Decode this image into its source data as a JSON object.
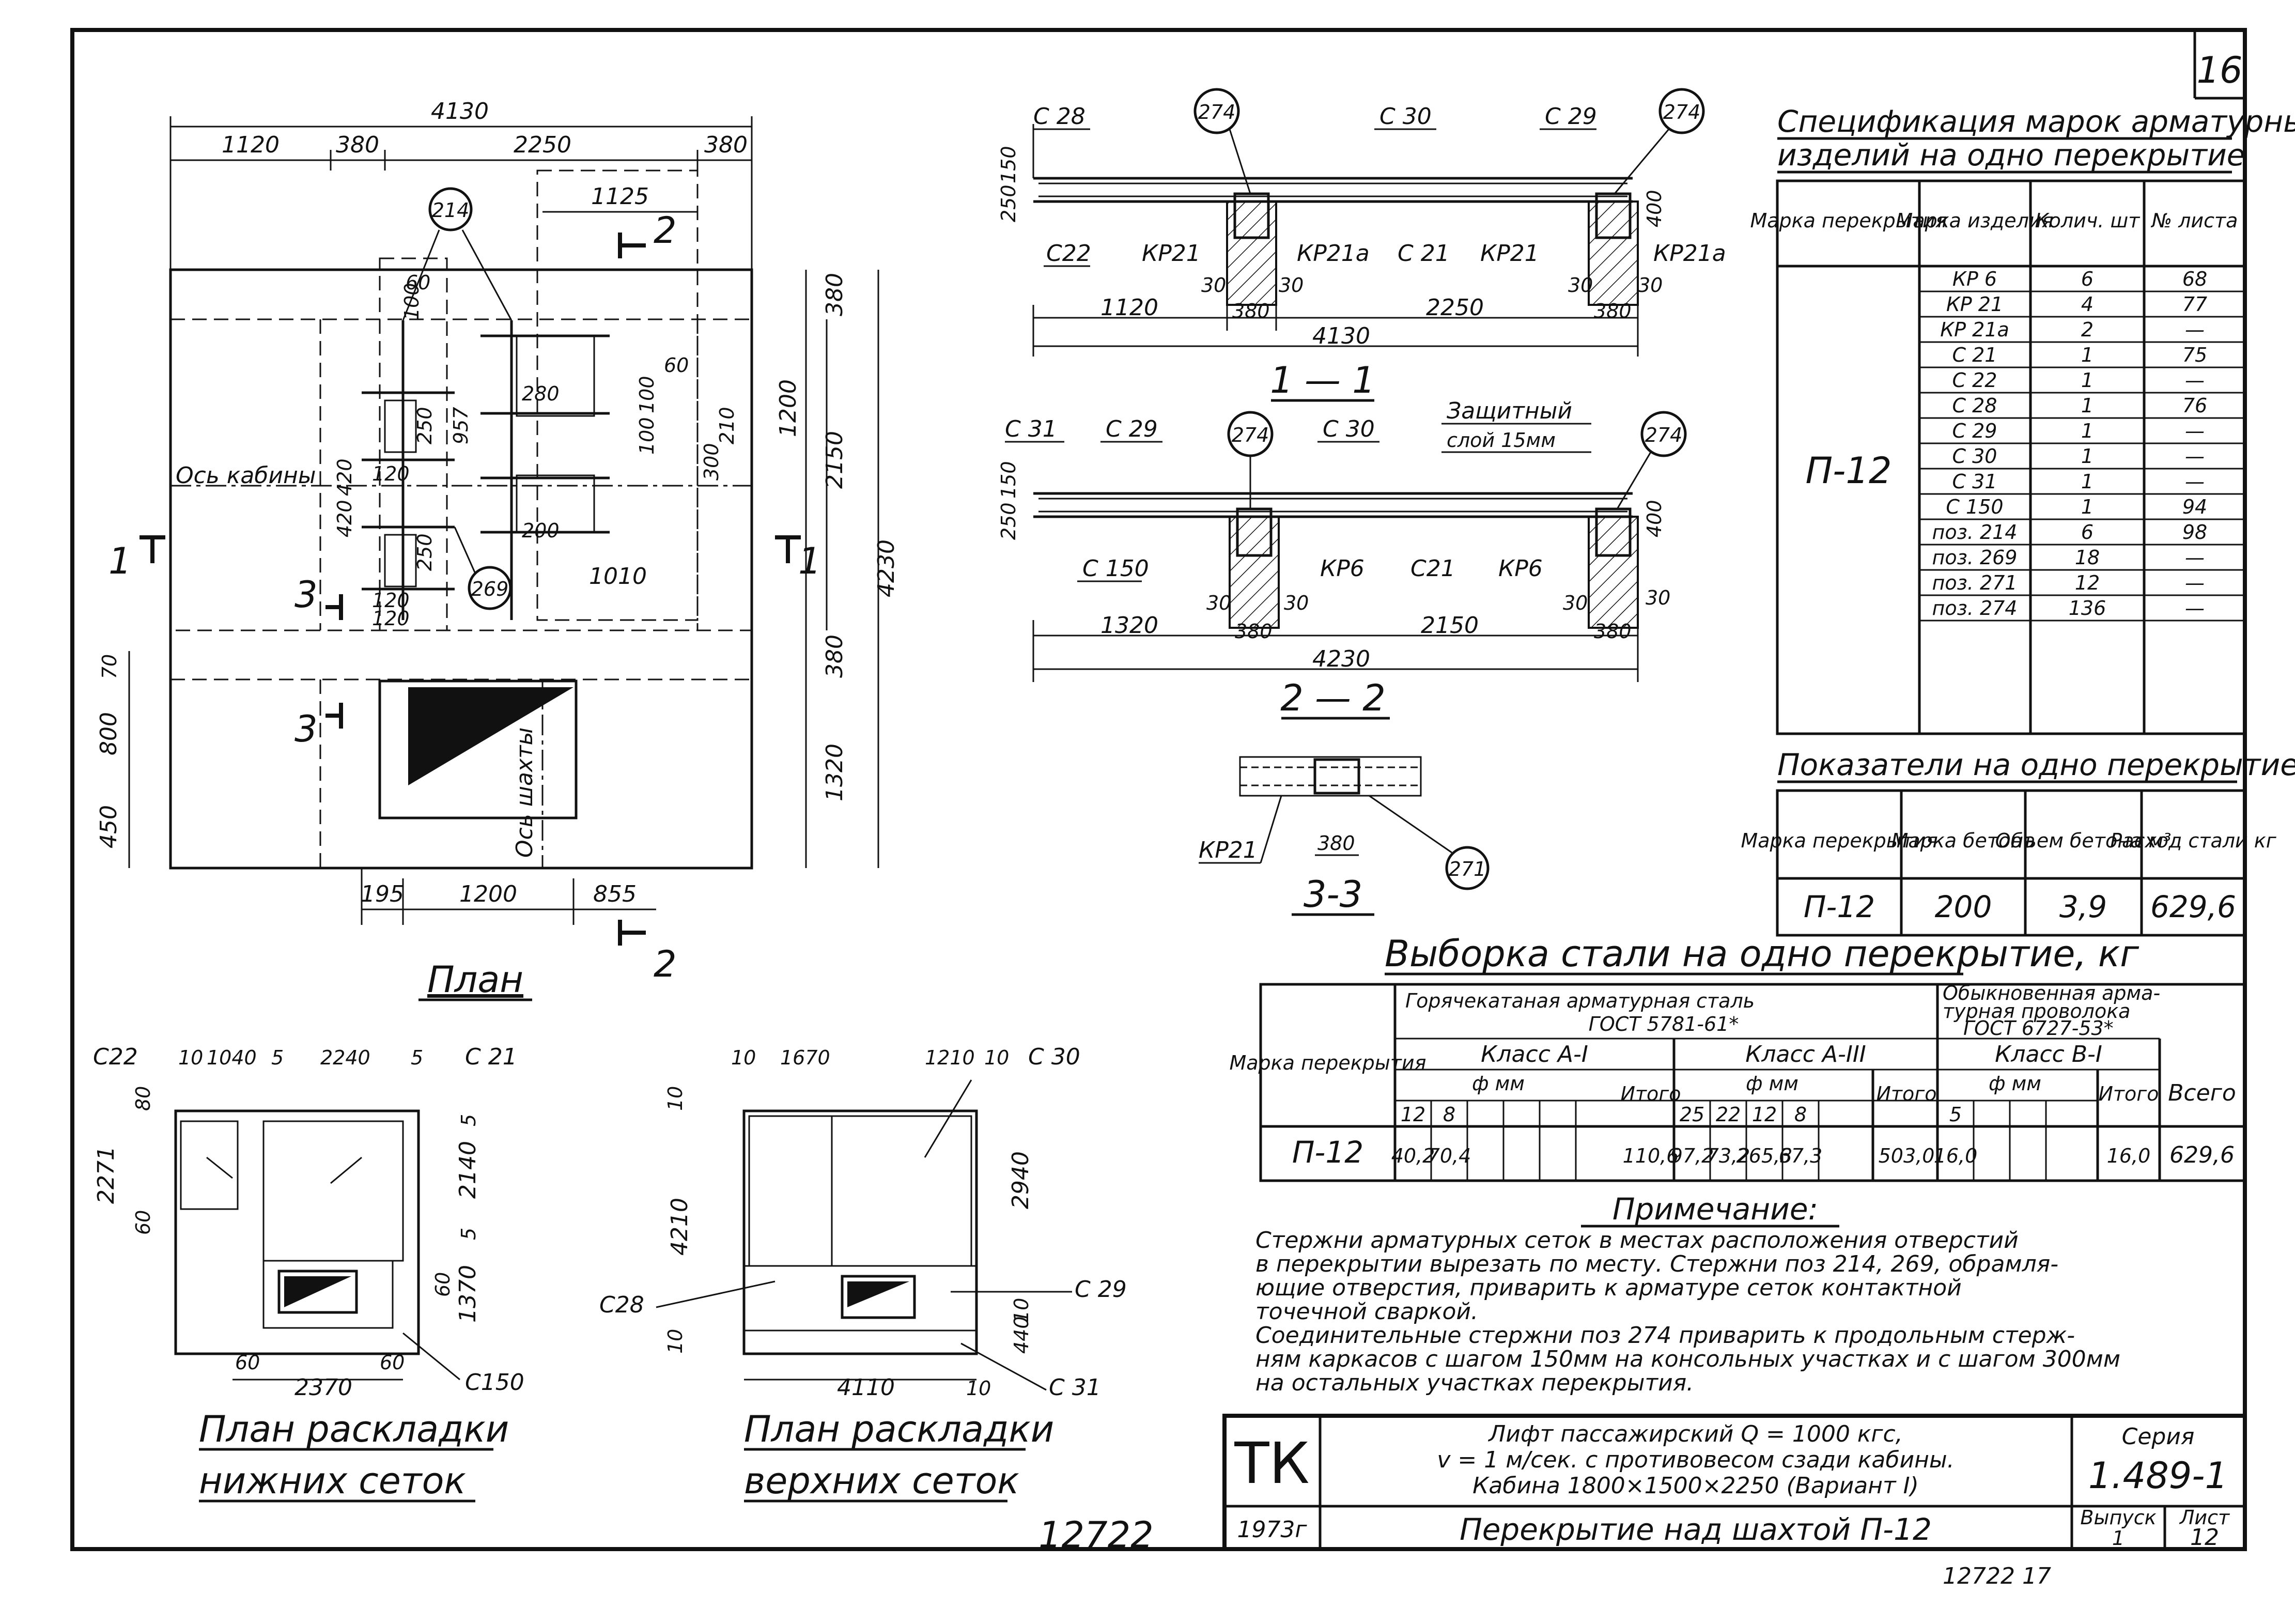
{
  "sheet_number": "16",
  "plan": {
    "dims_top": [
      "4130",
      "1120",
      "380",
      "2250",
      "380",
      "1125"
    ],
    "dims_right": [
      "380",
      "1200",
      "2150",
      "4230",
      "380",
      "1320"
    ],
    "dims_left": [
      "70",
      "800",
      "450"
    ],
    "dims_bottom": [
      "195",
      "1200",
      "855"
    ],
    "inner_dims": [
      "60",
      "100",
      "120",
      "420",
      "420",
      "250",
      "250",
      "120",
      "957",
      "280",
      "200",
      "60",
      "100",
      "100",
      "210",
      "300",
      "1010",
      "120"
    ],
    "section_marks": [
      "2",
      "2",
      "1",
      "1",
      "3",
      "3"
    ],
    "callouts": [
      "214",
      "269"
    ],
    "axis_cabin": "Ось кабины",
    "axis_shaft": "Ось шахты",
    "title": "План"
  },
  "section_1_1": {
    "labels": [
      "С 28",
      "С 30",
      "С 29",
      "С22",
      "КР21",
      "КР21а",
      "С 21",
      "КР21",
      "КР21а"
    ],
    "callouts": [
      "274",
      "274"
    ],
    "dims": [
      "250",
      "150",
      "400",
      "30",
      "380",
      "30",
      "30",
      "380",
      "30",
      "1120",
      "2250",
      "4130"
    ],
    "title": "1 — 1"
  },
  "section_2_2": {
    "labels": [
      "С 31",
      "С 29",
      "С 30",
      "Защитный",
      "слой 15мм",
      "С 150",
      "КР6",
      "С21",
      "КР6"
    ],
    "callouts": [
      "274",
      "274"
    ],
    "dims": [
      "250",
      "150",
      "400",
      "30",
      "380",
      "30",
      "30",
      "380",
      "30",
      "1320",
      "2150",
      "4230"
    ],
    "title": "2 — 2"
  },
  "section_3_3": {
    "labels": [
      "КР21",
      "380"
    ],
    "callouts": [
      "271"
    ],
    "title": "3-3"
  },
  "spec": {
    "title_1": "Спецификация марок арматурных",
    "title_2": "изделий на одно перекрытие",
    "headers": [
      "Марка перекрытия",
      "Марка изделия",
      "Колич. шт",
      "№ листа"
    ],
    "floor_mark": "П-12",
    "rows": [
      [
        "КР 6",
        "6",
        "68"
      ],
      [
        "КР 21",
        "4",
        "77"
      ],
      [
        "КР 21а",
        "2",
        "—"
      ],
      [
        "С 21",
        "1",
        "75"
      ],
      [
        "С 22",
        "1",
        "—"
      ],
      [
        "С 28",
        "1",
        "76"
      ],
      [
        "С 29",
        "1",
        "—"
      ],
      [
        "С 30",
        "1",
        "—"
      ],
      [
        "С 31",
        "1",
        "—"
      ],
      [
        "С 150",
        "1",
        "94"
      ],
      [
        "поз. 214",
        "6",
        "98"
      ],
      [
        "поз. 269",
        "18",
        "—"
      ],
      [
        "поз. 271",
        "12",
        "—"
      ],
      [
        "поз. 274",
        "136",
        "—"
      ]
    ]
  },
  "indicators": {
    "title": "Показатели на одно перекрытие",
    "headers": [
      "Марка перекрытия",
      "Марка бетона",
      "Объем бетона м³",
      "Расход стали кг"
    ],
    "row": [
      "П-12",
      "200",
      "3,9",
      "629,6"
    ]
  },
  "steel": {
    "title": "Выборка стали на одно перекрытие, кг",
    "mark_header": "Марка перекрытия",
    "hot_rolled_1": "Горячекатаная арматурная сталь",
    "hot_rolled_2": "ГОСТ 5781-61*",
    "wire_1": "Обыкновенная арма-",
    "wire_2": "турная проволока",
    "wire_3": "ГОСТ 6727-53*",
    "class_a1": "Класс А-I",
    "class_a3": "Класс А-III",
    "class_b1": "Класс В-I",
    "phi": "ф мм",
    "itogo": "Итого",
    "vsego": "Всего",
    "diam_a1": [
      "12",
      "8"
    ],
    "diam_a3": [
      "25",
      "22",
      "12",
      "8"
    ],
    "diam_b1": [
      "5"
    ],
    "row": [
      "П-12",
      "40,2",
      "70,4",
      "110,6",
      "97,2",
      "73,2",
      "265,3",
      "67,3",
      "503,0",
      "16,0",
      "16,0",
      "629,6"
    ]
  },
  "note": {
    "title": "Примечание:",
    "lines": [
      "Стержни арматурных сеток в местах расположения отверстий",
      "в перекрытии вырезать по месту. Стержни поз 214, 269, обрамля-",
      "ющие отверстия, приварить к арматуре сеток контактной",
      "точечной сваркой.",
      "Соединительные стержни поз 274 приварить к продольным стерж-",
      "ням каркасов с шагом 150мм на консольных участках и с шагом 300мм",
      "на остальных участках перекрытия."
    ]
  },
  "lower_mesh": {
    "labels": [
      "С22",
      "С 21",
      "С150"
    ],
    "dims": [
      "10",
      "1040",
      "5",
      "2240",
      "5",
      "80",
      "2271",
      "60",
      "5",
      "2140",
      "5",
      "60",
      "1370",
      "60",
      "2370",
      "60"
    ],
    "title_1": "План раскладки",
    "title_2": "нижних сеток"
  },
  "upper_mesh": {
    "labels": [
      "С 30",
      "С28",
      "С 29",
      "С 31"
    ],
    "dims": [
      "10",
      "1670",
      "1210",
      "10",
      "10",
      "4210",
      "2940",
      "10",
      "440",
      "10",
      "4110",
      "10"
    ],
    "title_1": "План раскладки",
    "title_2": "верхних сеток"
  },
  "stamp": {
    "org": "ТК",
    "year": "1973г",
    "desc_1": "Лифт пассажирский Q = 1000 кгс,",
    "desc_2": "v = 1 м/сек. с противовесом сзади кабины.",
    "desc_3": "Кабина 1800×1500×2250  (Вариант I)",
    "series_label": "Серия",
    "series": "1.489-1",
    "sheet_title": "Перекрытие над шахтой П-12",
    "issue_label": "Выпуск",
    "issue": "1",
    "sheet_label": "Лист",
    "sheet": "12"
  },
  "inventory_number": "12722",
  "bottom_code": "12722  17"
}
